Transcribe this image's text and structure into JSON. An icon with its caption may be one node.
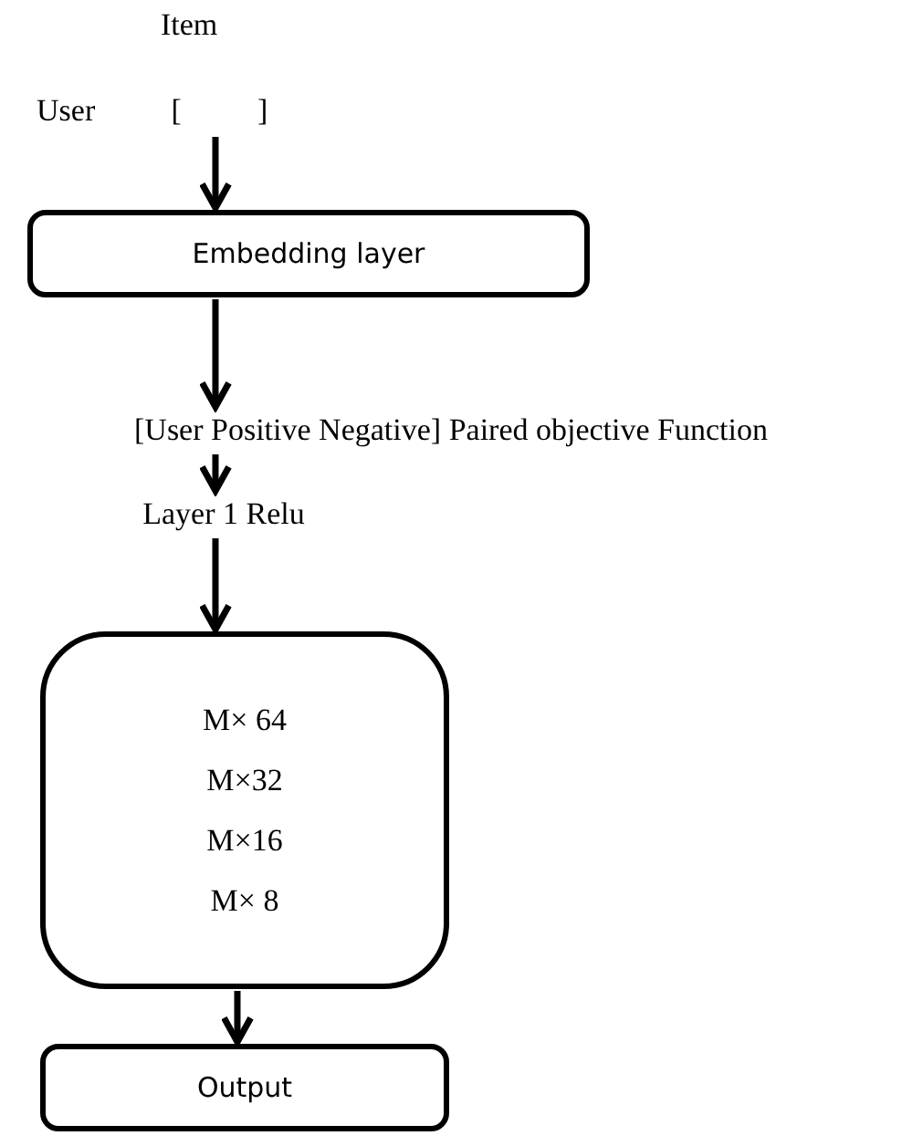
{
  "diagram": {
    "nodes": [
      {
        "text": [
          "User [ ]"
        ]
      },
      {
        "text": [
          "Embedding layer"
        ]
      },
      {
        "text": [
          "[User Positive Negative] Paired objective Function"
        ]
      },
      {
        "text": [
          "Layer 1 Relu"
        ]
      },
      {
        "text": [
          "M× 64",
          "M×32",
          "M×16",
          "M× 8"
        ]
      },
      {
        "text": [
          "Output"
        ]
      }
    ],
    "edges": [
      {
        "from": 0,
        "to": 1,
        "arrow": "to"
      },
      {
        "from": 1,
        "to": 2,
        "arrow": "to"
      },
      {
        "from": 2,
        "to": 3,
        "arrow": "to"
      },
      {
        "from": 3,
        "to": 4,
        "arrow": "to"
      },
      {
        "from": 4,
        "to": 5,
        "arrow": "to"
      }
    ],
    "labels": [
      "Item"
    ]
  }
}
